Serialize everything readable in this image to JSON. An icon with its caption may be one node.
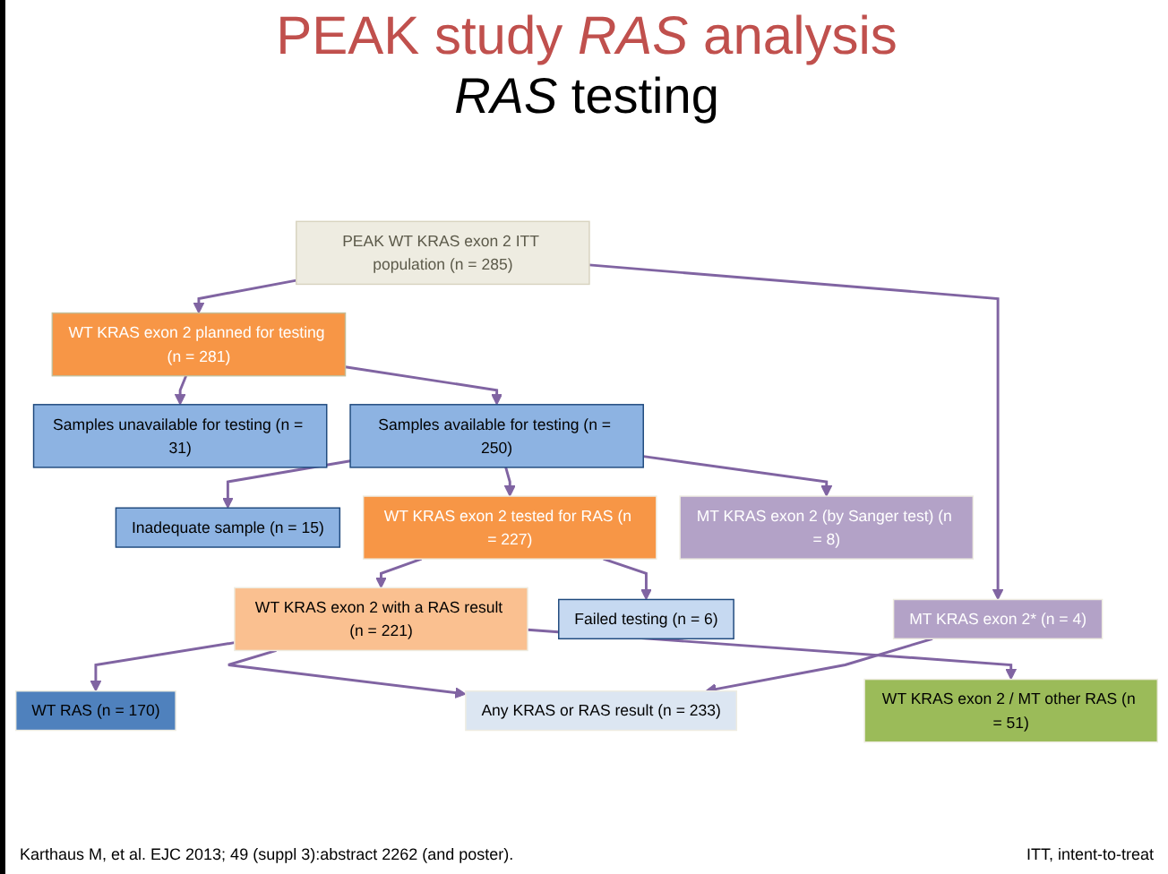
{
  "diagram": {
    "title": "PEAK study *RAS* analysis",
    "nodes": [
      {
        "text": [
          "PEAK WT KRAS exon 2 ITT population (n = 285)"
        ]
      },
      {
        "text": [
          "WT KRAS exon 2 planned for testing (n = 281)"
        ]
      },
      {
        "text": [
          "MT KRAS exon 2* (n = 4)"
        ]
      },
      {
        "text": [
          "Samples unavailable for testing (n = 31)"
        ]
      },
      {
        "text": [
          "Samples available for testing (n = 250)"
        ]
      },
      {
        "text": [
          "Inadequate sample (n = 15)"
        ]
      },
      {
        "text": [
          "WT KRAS exon 2 tested for RAS (n = 227)"
        ]
      },
      {
        "text": [
          "MT KRAS exon 2 (by Sanger test) (n = 8)"
        ]
      },
      {
        "text": [
          "Failed testing (n = 6)"
        ]
      },
      {
        "text": [
          "WT KRAS exon 2 with a RAS result (n = 221)"
        ]
      },
      {
        "text": [
          "Any KRAS or RAS result (n = 233)"
        ]
      },
      {
        "text": [
          "WT KRAS exon 2 / MT other RAS (n = 51)"
        ]
      },
      {
        "text": [
          "WT RAS (n = 170)"
        ]
      }
    ],
    "edges": [
      {
        "from": 0,
        "to": 1,
        "arrow": "to"
      },
      {
        "from": 0,
        "to": 2,
        "arrow": "to"
      },
      {
        "from": 1,
        "to": 3,
        "arrow": "to"
      },
      {
        "from": 1,
        "to": 4,
        "arrow": "to"
      },
      {
        "from": 4,
        "to": 5,
        "arrow": "to"
      },
      {
        "from": 4,
        "to": 6,
        "arrow": "to"
      },
      {
        "from": 4,
        "to": 7,
        "arrow": "to"
      },
      {
        "from": 6,
        "to": 8,
        "arrow": "to"
      },
      {
        "from": 6,
        "to": 9,
        "arrow": "to"
      },
      {
        "from": 9,
        "to": 10,
        "arrow": "to"
      },
      {
        "from": 2,
        "to": 10,
        "arrow": "to"
      },
      {
        "from": 9,
        "to": 11,
        "arrow": "to"
      },
      {
        "from": 9,
        "to": 12,
        "arrow": "to"
      }
    ],
    "labels": [
      "*RAS* testing",
      "Karthaus M, et al. EJC 2013; 49 (suppl 3):abstract 2262 (and poster).",
      "ITT, intent-to-treat"
    ]
  }
}
